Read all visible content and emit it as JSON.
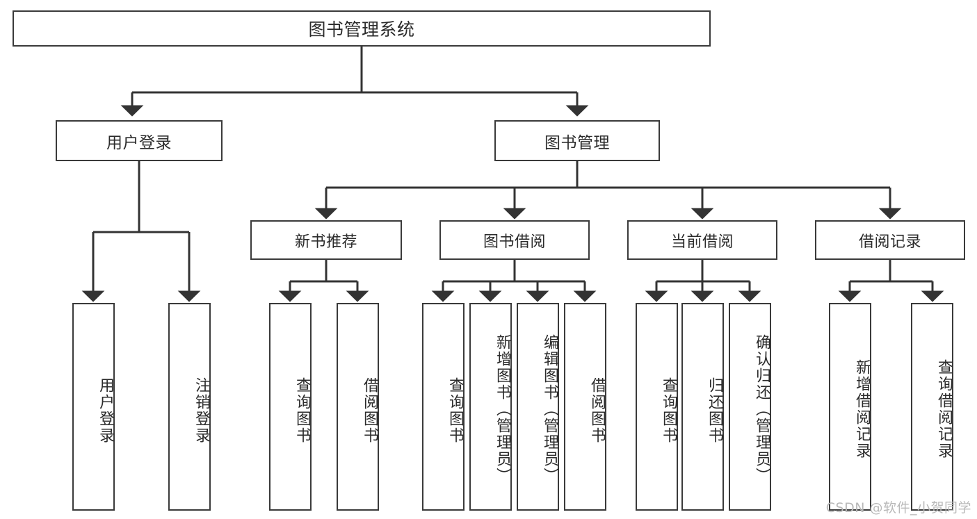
{
  "diagram": {
    "title": "图书管理系统",
    "type": "tree",
    "colors": {
      "background": "#ffffff",
      "box_border": "#3a3a3a",
      "text": "#2b2b2b",
      "connector": "#333333",
      "watermark": "#b9b9b9"
    },
    "root": {
      "label": "图书管理系统"
    },
    "level1": [
      {
        "label": "用户登录"
      },
      {
        "label": "图书管理"
      }
    ],
    "level2": [
      {
        "label": "新书推荐"
      },
      {
        "label": "图书借阅"
      },
      {
        "label": "当前借阅"
      },
      {
        "label": "借阅记录"
      }
    ],
    "leaves": {
      "user_login": [
        {
          "label": "用户登录"
        },
        {
          "label": "注销登录"
        }
      ],
      "new_book_recommend": [
        {
          "label": "查询图书"
        },
        {
          "label": "借阅图书"
        }
      ],
      "book_borrow": [
        {
          "label": "查询图书"
        },
        {
          "label": "新增图书（管理员）"
        },
        {
          "label": "编辑图书（管理员）"
        },
        {
          "label": "借阅图书"
        }
      ],
      "current_borrow": [
        {
          "label": "查询图书"
        },
        {
          "label": "归还图书"
        },
        {
          "label": "确认归还（管理员）"
        }
      ],
      "borrow_record": [
        {
          "label": "新增借阅记录"
        },
        {
          "label": "查询借阅记录"
        }
      ]
    }
  },
  "watermark": {
    "text": "CSDN @软件_小贺同学"
  }
}
